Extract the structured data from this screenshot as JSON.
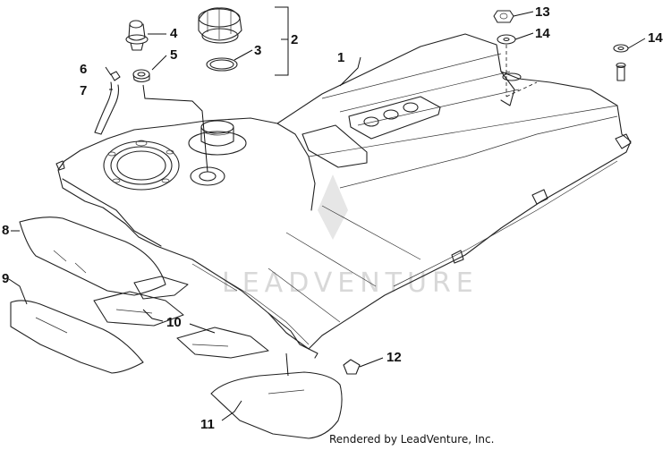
{
  "credit": "Rendered by LeadVenture, Inc.",
  "watermark": "LEADVENTURE",
  "callouts": [
    "1",
    "2",
    "3",
    "4",
    "5",
    "6",
    "7",
    "8",
    "9",
    "10",
    "11",
    "12",
    "13",
    "14",
    "14"
  ]
}
